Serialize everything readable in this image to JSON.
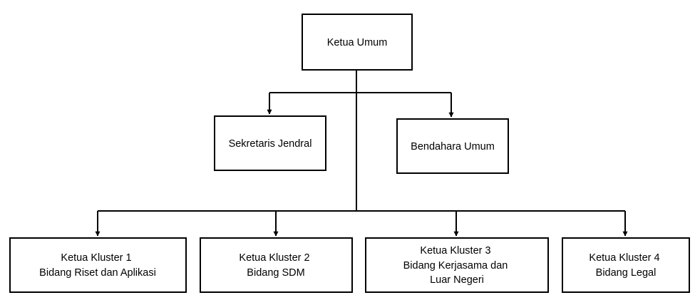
{
  "diagram": {
    "nodes": [
      {
        "id": "ketua-umum",
        "lines": [
          "Ketua Umum"
        ]
      },
      {
        "id": "sekretaris-jendral",
        "lines": [
          "Sekretaris Jendral"
        ]
      },
      {
        "id": "bendahara-umum",
        "lines": [
          "Bendahara Umum"
        ]
      },
      {
        "id": "ketua-kluster-1",
        "lines": [
          "Ketua Kluster 1",
          "Bidang Riset dan Aplikasi"
        ]
      },
      {
        "id": "ketua-kluster-2",
        "lines": [
          "Ketua Kluster 2",
          "Bidang SDM"
        ]
      },
      {
        "id": "ketua-kluster-3",
        "lines": [
          "Ketua Kluster 3",
          "Bidang Kerjasama dan",
          "Luar Negeri"
        ]
      },
      {
        "id": "ketua-kluster-4",
        "lines": [
          "Ketua Kluster 4",
          "Bidang Legal"
        ]
      }
    ],
    "edges": [
      {
        "from": "ketua-umum",
        "to": "sekretaris-jendral"
      },
      {
        "from": "ketua-umum",
        "to": "bendahara-umum"
      },
      {
        "from": "ketua-umum",
        "to": "ketua-kluster-1"
      },
      {
        "from": "ketua-umum",
        "to": "ketua-kluster-2"
      },
      {
        "from": "ketua-umum",
        "to": "ketua-kluster-3"
      },
      {
        "from": "ketua-umum",
        "to": "ketua-kluster-4"
      }
    ],
    "colors": {
      "stroke": "#000000",
      "fill": "#ffffff",
      "text": "#000000"
    }
  }
}
